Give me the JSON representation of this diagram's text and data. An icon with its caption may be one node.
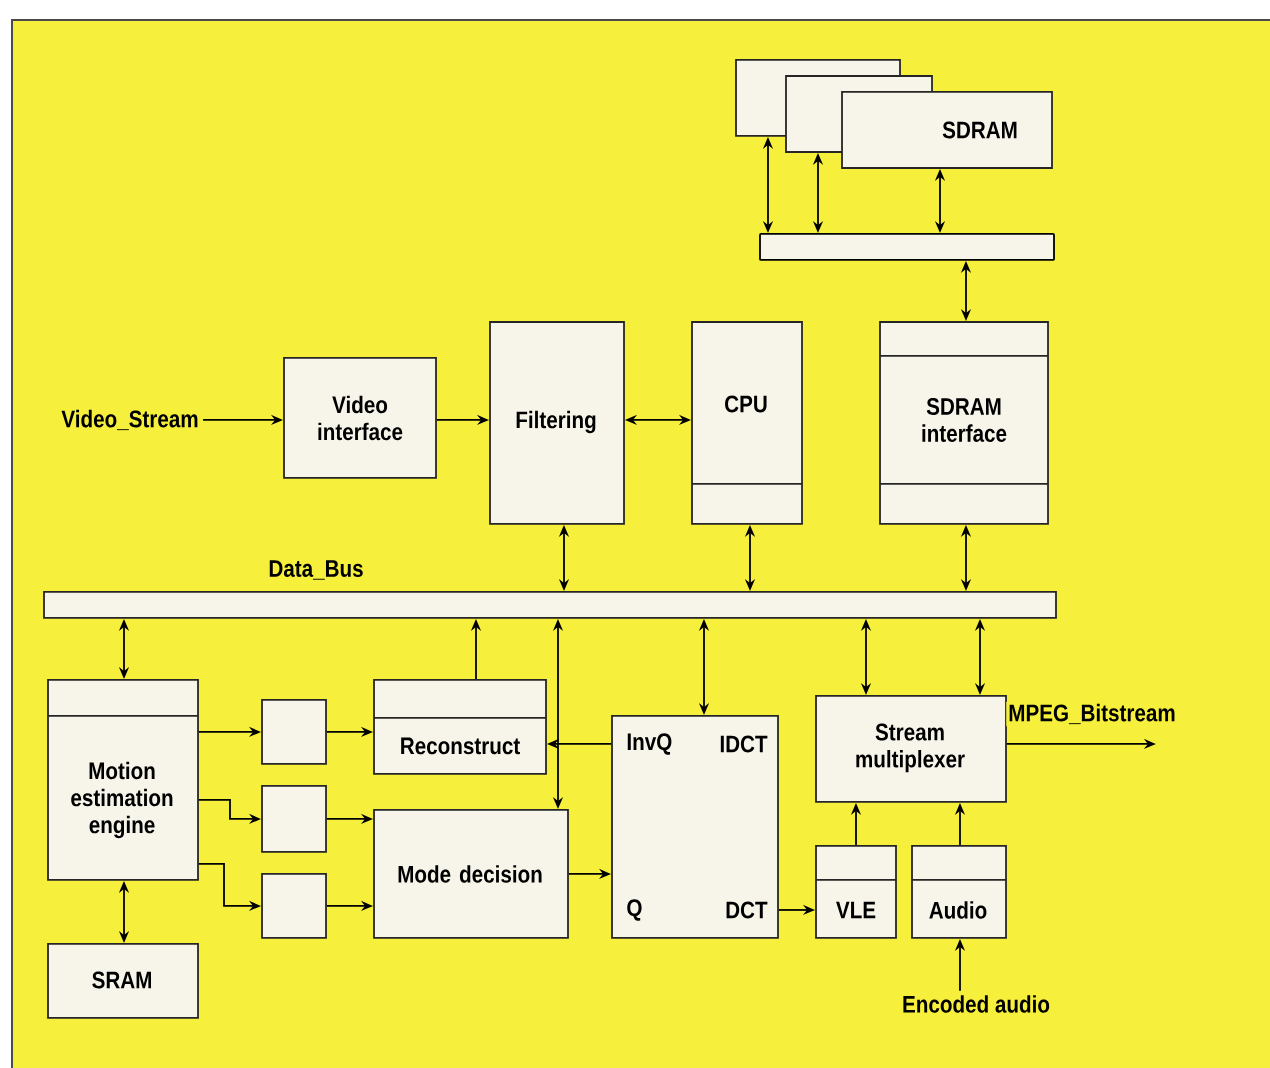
{
  "diagram": {
    "nodes": [
      {
        "text": [],
        "shape": "box"
      },
      {
        "text": [],
        "shape": "box"
      },
      {
        "text": [
          "SDRAM"
        ]
      },
      {
        "text": [],
        "shape": "bar"
      },
      {
        "text": [
          "Video_Stream"
        ]
      },
      {
        "text": [
          "Video interface"
        ]
      },
      {
        "text": [
          "Filtering"
        ]
      },
      {
        "text": [
          "CPU"
        ]
      },
      {
        "text": [
          "SDRAM interface"
        ]
      },
      {
        "text": [
          "Data_Bus"
        ]
      },
      {
        "text": [
          "Motion estimation engine"
        ]
      },
      {
        "text": [],
        "shape": "box"
      },
      {
        "text": [],
        "shape": "box"
      },
      {
        "text": [],
        "shape": "box"
      },
      {
        "text": [
          "Reconstruct"
        ]
      },
      {
        "text": [
          "Mode decision"
        ]
      },
      {
        "text": [
          "InvQ",
          "IDCT",
          "Q",
          "DCT"
        ]
      },
      {
        "text": [
          "Stream multiplexer"
        ]
      },
      {
        "text": [
          "VLE"
        ]
      },
      {
        "text": [
          "Audio"
        ]
      },
      {
        "text": [
          "SRAM"
        ]
      },
      {
        "text": [
          "Encoded audio"
        ]
      }
    ],
    "edges": [
      {
        "from": 0,
        "to": 3,
        "arrow": "both"
      },
      {
        "from": 1,
        "to": 3,
        "arrow": "both"
      },
      {
        "from": 2,
        "to": 3,
        "arrow": "both"
      },
      {
        "from": 3,
        "to": 8,
        "arrow": "both"
      },
      {
        "from": 4,
        "to": 5,
        "arrow": "to"
      },
      {
        "from": 5,
        "to": 6,
        "arrow": "to"
      },
      {
        "from": 6,
        "to": 7,
        "arrow": "both"
      },
      {
        "from": 6,
        "to": 9,
        "arrow": "both"
      },
      {
        "from": 7,
        "to": 9,
        "arrow": "both"
      },
      {
        "from": 8,
        "to": 9,
        "arrow": "both"
      },
      {
        "from": 9,
        "to": 10,
        "arrow": "both"
      },
      {
        "from": 14,
        "to": 9,
        "arrow": "to"
      },
      {
        "from": 9,
        "to": 15,
        "arrow": "both"
      },
      {
        "from": 9,
        "to": 16,
        "arrow": "both"
      },
      {
        "from": 9,
        "to": 17,
        "arrow": "both"
      },
      {
        "from": 9,
        "to": 17,
        "arrow": "both"
      },
      {
        "from": 10,
        "to": 11,
        "arrow": "to"
      },
      {
        "from": 10,
        "to": 12,
        "arrow": "to"
      },
      {
        "from": 10,
        "to": 13,
        "arrow": "to"
      },
      {
        "from": 11,
        "to": 14,
        "arrow": "to"
      },
      {
        "from": 12,
        "to": 15,
        "arrow": "to"
      },
      {
        "from": 13,
        "to": 15,
        "arrow": "to"
      },
      {
        "from": 16,
        "to": 14,
        "arrow": "to"
      },
      {
        "from": 15,
        "to": 16,
        "arrow": "to"
      },
      {
        "from": 16,
        "to": 18,
        "arrow": "to"
      },
      {
        "from": 18,
        "to": 17,
        "arrow": "to"
      },
      {
        "from": 19,
        "to": 17,
        "arrow": "to"
      },
      {
        "from": 21,
        "to": 19,
        "arrow": "to"
      },
      {
        "from": 10,
        "to": 20,
        "arrow": "both"
      },
      {
        "from": 17,
        "to": null,
        "arrow": "to",
        "label": "MPEG_Bitstream"
      }
    ]
  }
}
